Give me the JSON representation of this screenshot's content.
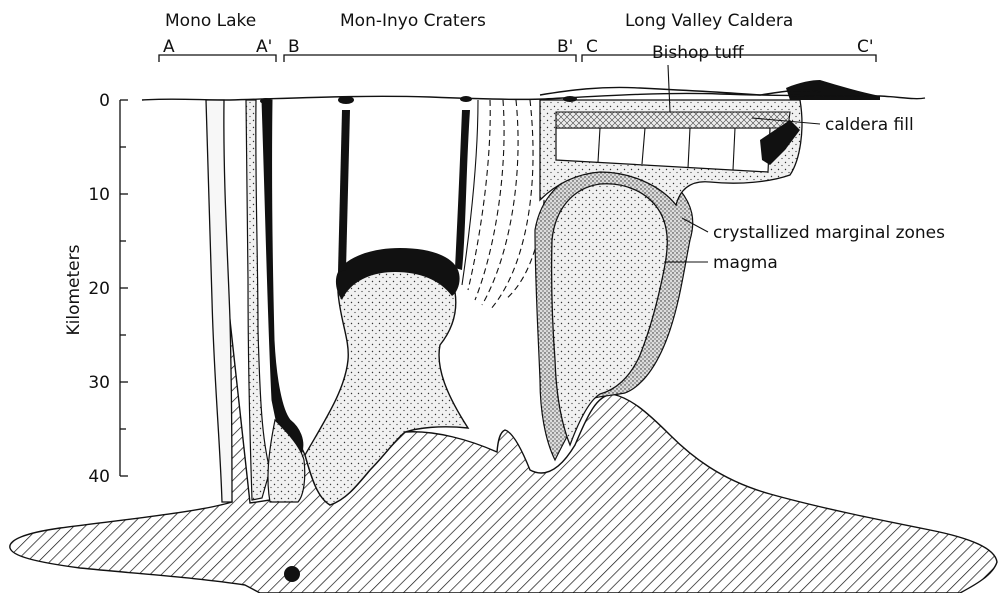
{
  "regions": {
    "mono_lake": "Mono Lake",
    "mon_inyo": "Mon-Inyo Craters",
    "long_valley": "Long Valley Caldera"
  },
  "section_letters": {
    "a": "A",
    "a_prime": "A'",
    "b": "B",
    "b_prime": "B'",
    "c": "C",
    "c_prime": "C'"
  },
  "axis": {
    "title": "Kilometers",
    "ticks": [
      "0",
      "10",
      "20",
      "30",
      "40"
    ]
  },
  "callouts": {
    "bishop_tuff": "Bishop tuff",
    "caldera_fill": "caldera fill",
    "crystallized": "crystallized marginal zones",
    "magma": "magma"
  },
  "colors": {
    "ink": "#111111",
    "paper": "#ffffff",
    "magma_fill": "#e9e9e9"
  }
}
